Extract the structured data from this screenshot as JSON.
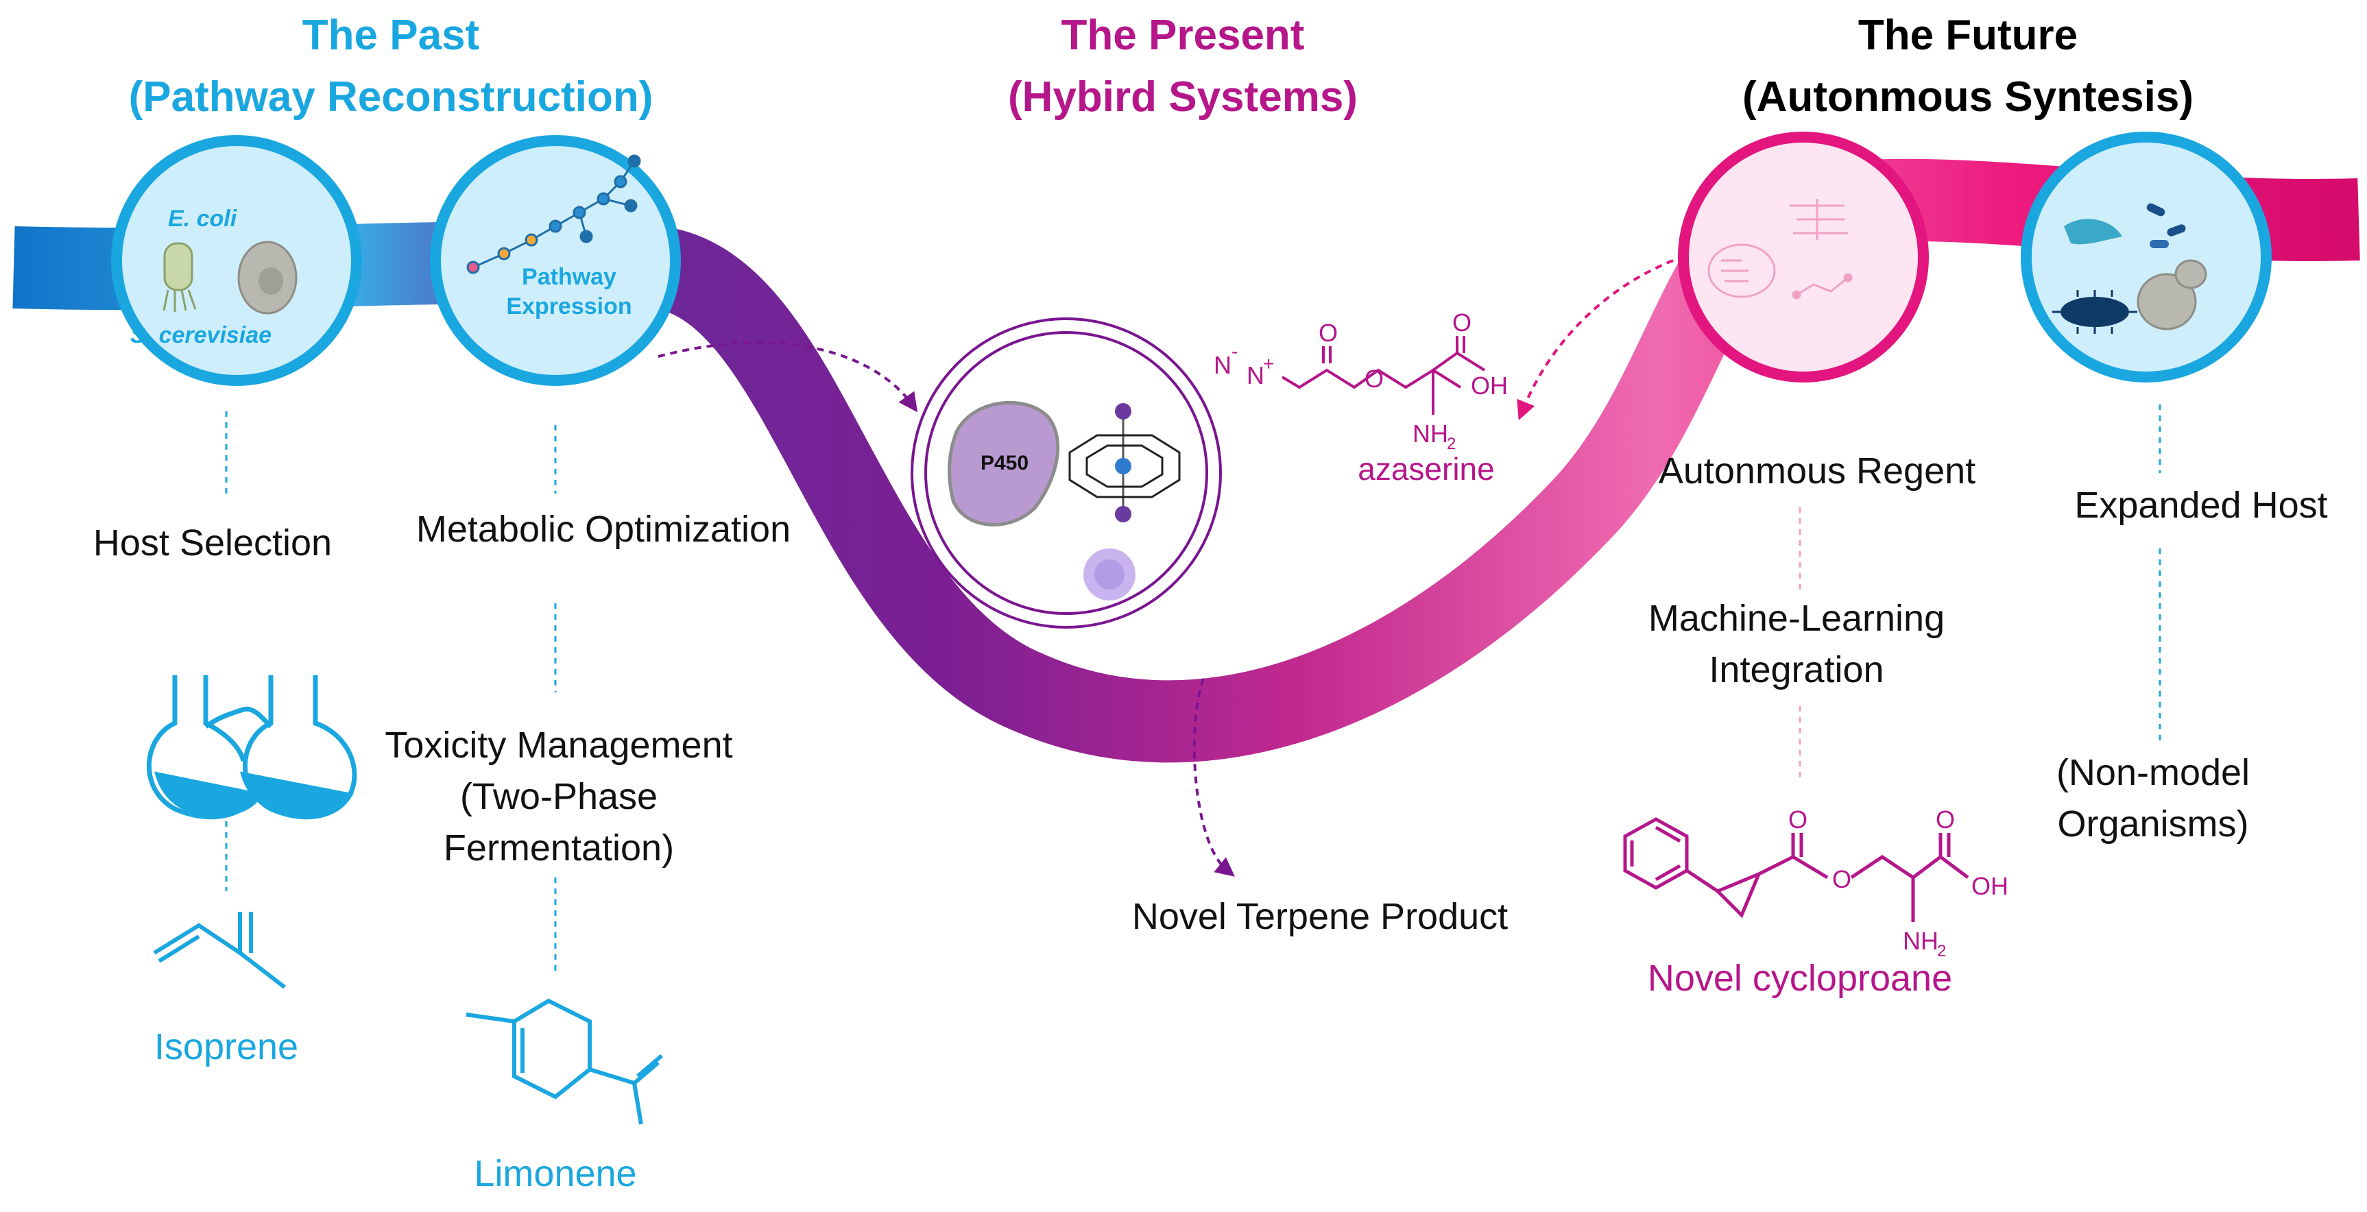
{
  "eras": {
    "past": {
      "title_line1": "The Past",
      "title_line2": "(Pathway Reconstruction)",
      "color": "#1aa7e0"
    },
    "present": {
      "title_line1": "The Present",
      "title_line2": "(Hybird Systems)",
      "color": "#b5168a"
    },
    "future": {
      "title_line1": "The Future",
      "title_line2": "(Autonmous Syntesis)",
      "color": "#000000"
    }
  },
  "past": {
    "hosts": {
      "organism1": "E. coli",
      "organism2": "S. cerevisiae"
    },
    "pathway": {
      "line1": "Pathway",
      "line2": "Expression"
    },
    "host_selection": "Host Selection",
    "metabolic_optimization": "Metabolic Optimization",
    "toxicity": {
      "line1": "Toxicity Management",
      "line2": "(Two-Phase",
      "line3": "Fermentation)"
    },
    "isoprene": "Isoprene",
    "limonene": "Limonene"
  },
  "present": {
    "enzyme": "P450",
    "azaserine": "azaserine",
    "novel_product": "Novel Terpene Product",
    "chem": {
      "O": "O",
      "OH": "OH",
      "NH2": "NH",
      "sub2": "2",
      "N": "N",
      "minus": "-",
      "plus": "+"
    }
  },
  "future": {
    "autonomous_regent": "Autonmous Regent",
    "ml": {
      "line1": "Machine-Learning",
      "line2": "Integration"
    },
    "expanded_host": "Expanded Host",
    "nonmodel": {
      "line1": "(Non-model",
      "line2": "Organisms)"
    },
    "cyclopropane": "Novel cycloproane"
  },
  "colors": {
    "blue": "#1aa7e0",
    "purple": "#7a1590",
    "magenta": "#e3157f",
    "text_magenta": "#b5168a"
  }
}
